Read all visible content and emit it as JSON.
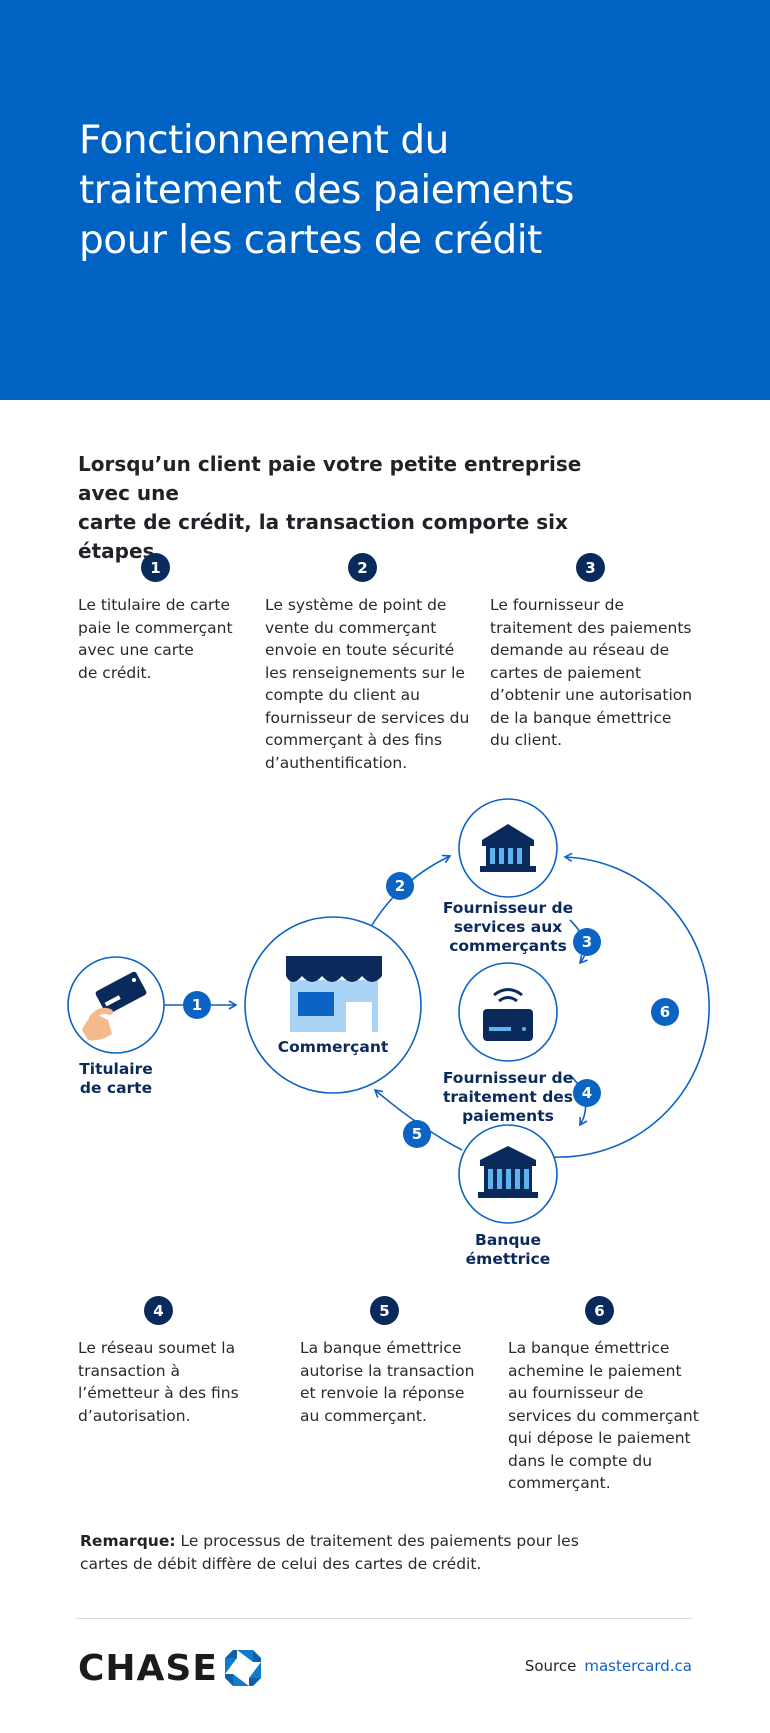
{
  "header": {
    "title": "Fonctionnement du\ntraitement des paiements\npour les cartes de crédit"
  },
  "intro": "Lorsqu’un client paie votre petite entreprise avec une\ncarte de crédit, la transaction comporte six étapes.",
  "steps": [
    {
      "num": "1",
      "text": "Le titulaire de carte\npaie le commerçant\navec une carte\nde crédit."
    },
    {
      "num": "2",
      "text": "Le système de point de\nvente du commerçant\nenvoie en toute sécurité\nles renseignements sur le\ncompte du client au\nfournisseur de services du\ncommerçant à des fins\nd’authentification."
    },
    {
      "num": "3",
      "text": "Le fournisseur de\ntraitement des paiements\ndemande au réseau de\ncartes de paiement\nd’obtenir une autorisation\nde la banque émettrice\ndu client."
    },
    {
      "num": "4",
      "text": "Le réseau soumet la\ntransaction à\nl’émetteur à des fins\nd’autorisation."
    },
    {
      "num": "5",
      "text": "La banque émettrice\nautorise la transaction\net renvoie la réponse\nau commerçant."
    },
    {
      "num": "6",
      "text": "La banque émettrice\nachemine le paiement\nau fournisseur de\nservices du commerçant\nqui dépose le paiement\ndans le compte du\ncommerçant."
    }
  ],
  "diagram": {
    "nodes": {
      "cardholder": "Titulaire\nde carte",
      "merchant": "Commerçant",
      "merchant_services": "Fournisseur de\nservices aux\ncommerçants",
      "processor": "Fournisseur de\ntraitement des\npaiements",
      "issuer": "Banque\némettrice"
    },
    "badges": [
      "1",
      "2",
      "3",
      "4",
      "5",
      "6"
    ]
  },
  "note": {
    "label": "Remarque:",
    "text": " Le processus de traitement des paiements pour les cartes de débit diffère de celui des cartes de crédit."
  },
  "footer": {
    "brand": "CHASE",
    "source_label": "Source",
    "source_link": "mastercard.ca"
  },
  "colors": {
    "header_blue": "#0062c3",
    "navy": "#0b2a5c",
    "accent_blue": "#0b63c4",
    "light_blue": "#a9d4f5"
  }
}
